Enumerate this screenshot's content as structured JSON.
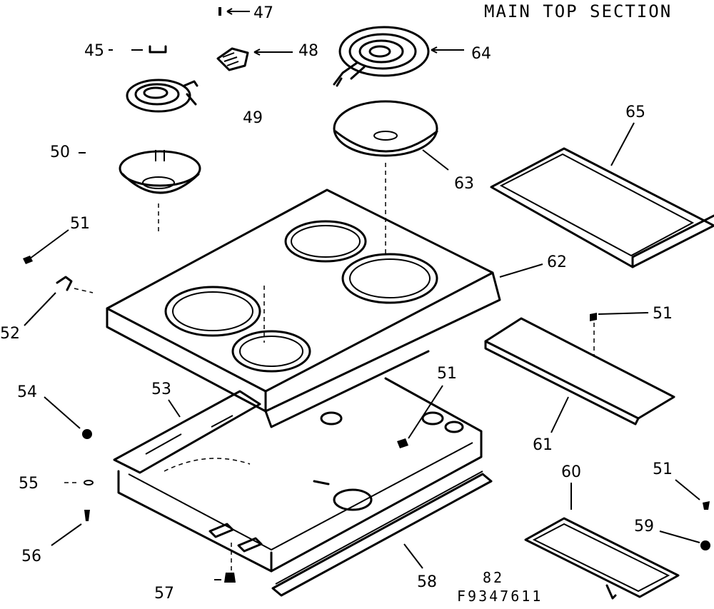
{
  "diagram": {
    "title": "MAIN TOP SECTION",
    "callouts": {
      "p47": "47",
      "p45": "45",
      "p48": "48",
      "p64": "64",
      "p49": "49",
      "p50": "50",
      "p63": "63",
      "p65": "65",
      "p51a": "51",
      "p52": "52",
      "p62": "62",
      "p51b": "51",
      "p51c": "51",
      "p54": "54",
      "p53": "53",
      "p61": "61",
      "p55": "55",
      "p60": "60",
      "p51d": "51",
      "p59": "59",
      "p56": "56",
      "p58": "58",
      "p57": "57"
    },
    "page_code": "82",
    "drawing_number": "F9347611"
  }
}
